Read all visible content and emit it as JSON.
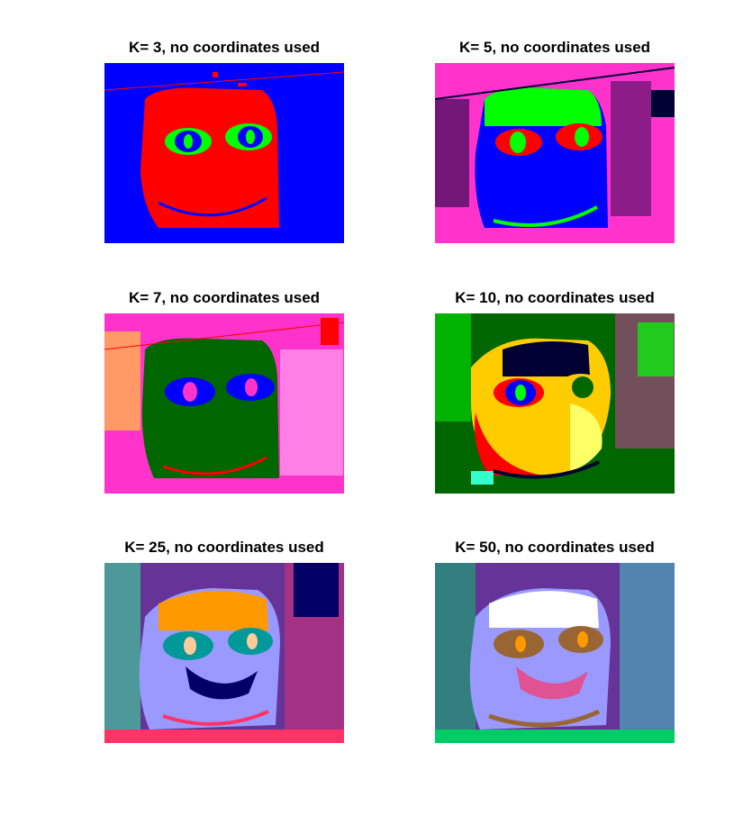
{
  "figure": {
    "panels": [
      {
        "k": 3,
        "title": "K= 3, no coordinates used",
        "palette": [
          "#0000ff",
          "#ff0000",
          "#00ff00"
        ]
      },
      {
        "k": 5,
        "title": "K= 5, no coordinates used",
        "palette": [
          "#ff33cc",
          "#0000ff",
          "#00ff00",
          "#ff0000",
          "#000033"
        ]
      },
      {
        "k": 7,
        "title": "K= 7, no coordinates used",
        "palette": [
          "#ff33cc",
          "#006600",
          "#0000ff",
          "#ff0000",
          "#ffff00",
          "#ffccff",
          "#000000"
        ]
      },
      {
        "k": 10,
        "title": "K= 10, no coordinates used",
        "palette": [
          "#006600",
          "#ffcc00",
          "#ff0000",
          "#00ff00",
          "#000033",
          "#ff33cc",
          "#0000ff",
          "#33ffcc",
          "#ffff66",
          "#663300"
        ]
      },
      {
        "k": 25,
        "title": "K= 25, no coordinates used",
        "palette": [
          "#9999ff",
          "#3333cc",
          "#ff9900",
          "#009999",
          "#ff3366",
          "#33ff99",
          "#ffcc99",
          "#663399",
          "#000066"
        ]
      },
      {
        "k": 50,
        "title": "K= 50, no coordinates used",
        "palette": [
          "#9999ff",
          "#3333cc",
          "#996633",
          "#00cc66",
          "#ff3366",
          "#33ffcc",
          "#ffffff",
          "#663399",
          "#ff9900"
        ]
      }
    ]
  }
}
